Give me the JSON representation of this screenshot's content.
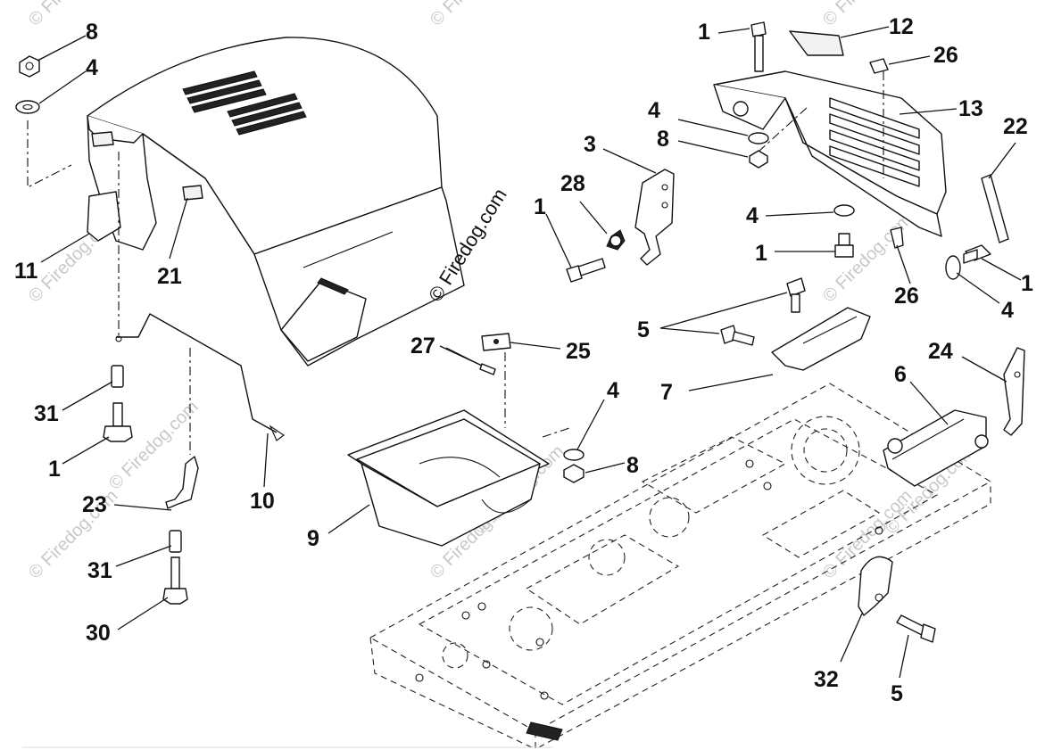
{
  "diagram": {
    "watermark": "© Firedog.com",
    "callouts": {
      "c1_left": "1",
      "c1_top": "1",
      "c1_bracket": "1",
      "c1_grille_bottom": "1",
      "c1_right": "1",
      "c3": "3",
      "c4_left": "4",
      "c4_grille_upper": "4",
      "c4_grille_lower": "4",
      "c4_right": "4",
      "c4_tray": "4",
      "c5_brace": "5",
      "c5_bottom": "5",
      "c6": "6",
      "c7": "7",
      "c8_left": "8",
      "c8_grille": "8",
      "c8_tray": "8",
      "c9": "9",
      "c10": "10",
      "c11": "11",
      "c12": "12",
      "c13": "13",
      "c21": "21",
      "c22": "22",
      "c23": "23",
      "c24": "24",
      "c25": "25",
      "c26_top": "26",
      "c26_bottom": "26",
      "c27": "27",
      "c28": "28",
      "c30": "30",
      "c31_upper": "31",
      "c31_lower": "31",
      "c32": "32"
    }
  }
}
